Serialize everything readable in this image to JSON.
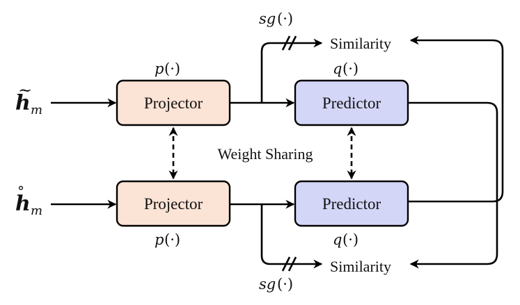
{
  "inputs": {
    "top": {
      "symbol": "h",
      "accent": "~",
      "subscript": "m"
    },
    "bottom": {
      "symbol": "h",
      "accent": "°",
      "subscript": "m"
    }
  },
  "projector": {
    "label": "Projector",
    "function": {
      "name": "p",
      "arg": "(·)"
    },
    "color": "#fbe3d5"
  },
  "predictor": {
    "label": "Predictor",
    "function": {
      "name": "q",
      "arg": "(·)"
    },
    "color": "#d4d6f8"
  },
  "shared_label": "Weight Sharing",
  "similarity": {
    "label": "Similarity",
    "stop_grad": {
      "name": "sg",
      "arg": "(·)"
    }
  }
}
